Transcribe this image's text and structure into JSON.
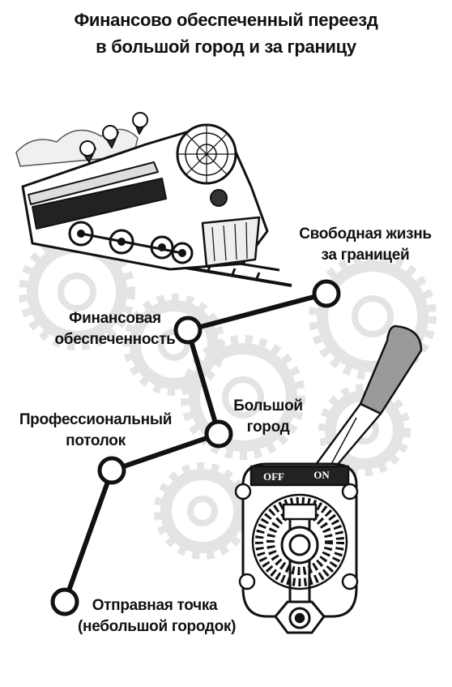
{
  "title": {
    "line1": "Финансово обеспеченный переезд",
    "line2": "в большой город и за границу"
  },
  "steps": [
    {
      "line1": "Отправная точка",
      "line2": "(небольшой городок)"
    },
    {
      "line1": "Профессиональный",
      "line2": "потолок"
    },
    {
      "line1": "Большой",
      "line2": "город"
    },
    {
      "line1": "Финансовая",
      "line2": "обеспеченность"
    },
    {
      "line1": "Свободная жизнь",
      "line2": "за границей"
    }
  ],
  "switch": {
    "off_label": "OFF",
    "on_label": "ON"
  },
  "illustrations": [
    "steam-locomotive",
    "toggle-switch",
    "gears"
  ],
  "colors": {
    "ink": "#111111",
    "gear": "#e6e6e6",
    "background": "#ffffff"
  }
}
